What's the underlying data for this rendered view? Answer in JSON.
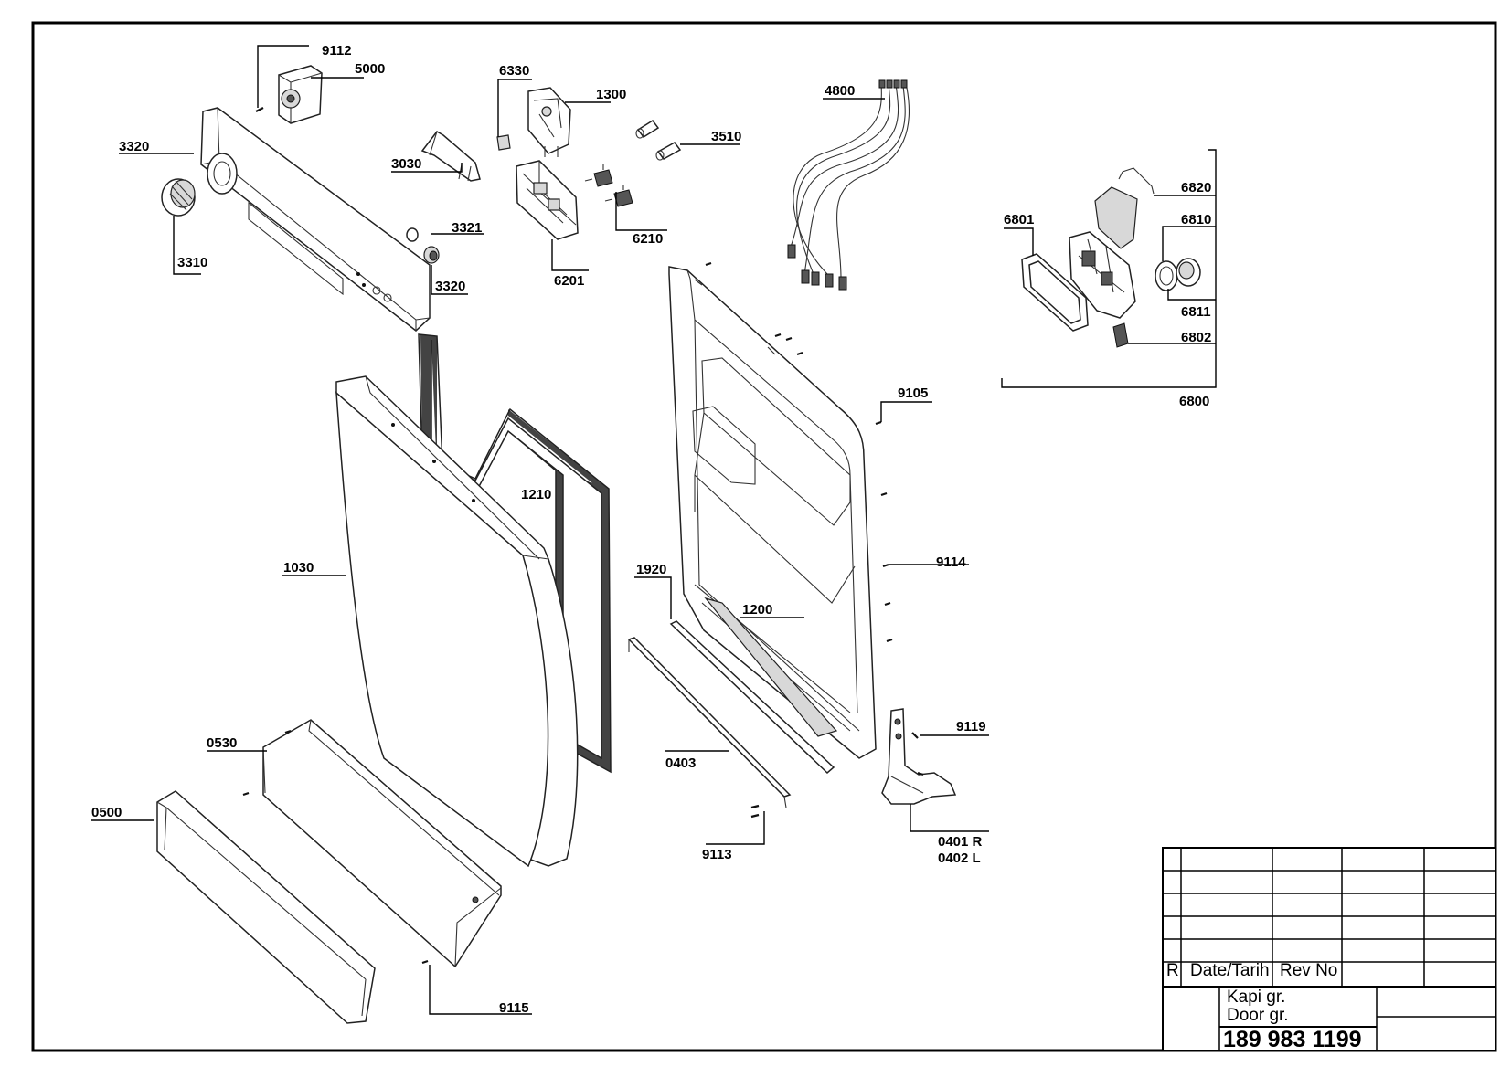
{
  "parts": [
    {
      "id": "9112",
      "label": "9112"
    },
    {
      "id": "5000",
      "label": "5000"
    },
    {
      "id": "6330",
      "label": "6330"
    },
    {
      "id": "1300",
      "label": "1300"
    },
    {
      "id": "4800",
      "label": "4800"
    },
    {
      "id": "3320a",
      "label": "3320"
    },
    {
      "id": "3510",
      "label": "3510"
    },
    {
      "id": "3030",
      "label": "3030"
    },
    {
      "id": "6820",
      "label": "6820"
    },
    {
      "id": "6801",
      "label": "6801"
    },
    {
      "id": "6810",
      "label": "6810"
    },
    {
      "id": "3321",
      "label": "3321"
    },
    {
      "id": "6210",
      "label": "6210"
    },
    {
      "id": "3310",
      "label": "3310"
    },
    {
      "id": "3320b",
      "label": "3320"
    },
    {
      "id": "6201",
      "label": "6201"
    },
    {
      "id": "6811",
      "label": "6811"
    },
    {
      "id": "6802",
      "label": "6802"
    },
    {
      "id": "6800",
      "label": "6800"
    },
    {
      "id": "9105",
      "label": "9105"
    },
    {
      "id": "1210",
      "label": "1210"
    },
    {
      "id": "1030",
      "label": "1030"
    },
    {
      "id": "9114",
      "label": "9114"
    },
    {
      "id": "1920",
      "label": "1920"
    },
    {
      "id": "1200",
      "label": "1200"
    },
    {
      "id": "9119",
      "label": "9119"
    },
    {
      "id": "0530",
      "label": "0530"
    },
    {
      "id": "0403",
      "label": "0403"
    },
    {
      "id": "0500",
      "label": "0500"
    },
    {
      "id": "0401R",
      "label": "0401 R"
    },
    {
      "id": "0402L",
      "label": "0402 L"
    },
    {
      "id": "9113",
      "label": "9113"
    },
    {
      "id": "9115",
      "label": "9115"
    }
  ],
  "title_block": {
    "rev_marker": "R",
    "date_header": "Date/Tarih",
    "rev_header": "Rev No",
    "title_tr": "Kapi gr.",
    "title_en": "Door gr.",
    "drawing_number": "189 983 1199"
  }
}
